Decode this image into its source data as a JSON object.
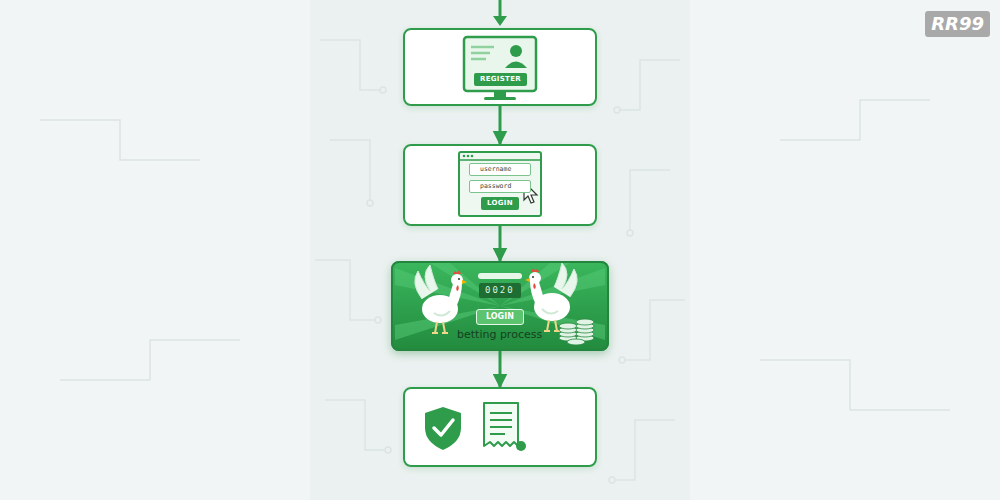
{
  "diagram": {
    "nodes": [
      {
        "text": [
          "REGISTER"
        ]
      },
      {
        "text": [
          "username",
          "password",
          "LOGIN"
        ]
      },
      {
        "text": [
          "0020",
          "LOGIN",
          "betting process"
        ]
      },
      {
        "text": []
      }
    ],
    "edges": [
      {
        "from": 0,
        "to": 1,
        "arrow": "to"
      },
      {
        "from": 1,
        "to": 2,
        "arrow": "to"
      },
      {
        "from": 2,
        "to": 3,
        "arrow": "to"
      }
    ],
    "labels": [
      "RR99"
    ]
  }
}
